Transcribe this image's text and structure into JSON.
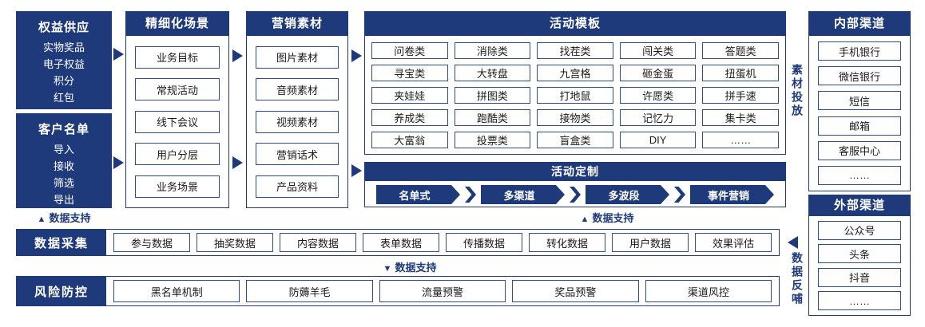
{
  "colors": {
    "navy": "#1e3a7a",
    "box_border": "#2b4c96",
    "box_text": "#1a1a1a"
  },
  "icons": {
    "up_triangle": "▲",
    "down_triangle": "▼"
  },
  "supply": {
    "title": "权益供应",
    "items": [
      "实物奖品",
      "电子权益",
      "积分",
      "红包"
    ]
  },
  "customers": {
    "title": "客户名单",
    "items": [
      "导入",
      "接收",
      "筛选",
      "导出"
    ]
  },
  "scenarios": {
    "title": "精细化场景",
    "items": [
      "业务目标",
      "常规活动",
      "线下会议",
      "用户分层",
      "业务场景"
    ]
  },
  "materials": {
    "title": "营销素材",
    "items": [
      "图片素材",
      "音频素材",
      "视频素材",
      "营销话术",
      "产品资料"
    ]
  },
  "templates": {
    "title": "活动模板",
    "items": [
      "问卷类",
      "消除类",
      "找茬类",
      "闯关类",
      "答题类",
      "寻宝类",
      "大转盘",
      "九宫格",
      "砸金蛋",
      "扭蛋机",
      "夹娃娃",
      "拼图类",
      "打地鼠",
      "许愿类",
      "拼手速",
      "养成类",
      "跑酷类",
      "接物类",
      "记忆力",
      "集卡类",
      "大富翁",
      "投票类",
      "盲盒类",
      "DIY",
      "……"
    ]
  },
  "customization": {
    "title": "活动定制",
    "steps": [
      "名单式",
      "多渠道",
      "多波段",
      "事件营销"
    ]
  },
  "labels": {
    "data_support": "数据支持",
    "material_delivery": "素材投放",
    "data_feedback": "数据反哺"
  },
  "internal": {
    "title": "内部渠道",
    "items": [
      "手机银行",
      "微信银行",
      "短信",
      "邮箱",
      "客服中心",
      "……"
    ]
  },
  "external": {
    "title": "外部渠道",
    "items": [
      "公众号",
      "头条",
      "抖音",
      "……"
    ]
  },
  "collection": {
    "title": "数据采集",
    "items": [
      "参与数据",
      "抽奖数据",
      "内容数据",
      "表单数据",
      "传播数据",
      "转化数据",
      "用户数据",
      "效果评估"
    ]
  },
  "risk": {
    "title": "风险防控",
    "items": [
      "黑名单机制",
      "防薅羊毛",
      "流量预警",
      "奖品预警",
      "渠道风控"
    ]
  }
}
